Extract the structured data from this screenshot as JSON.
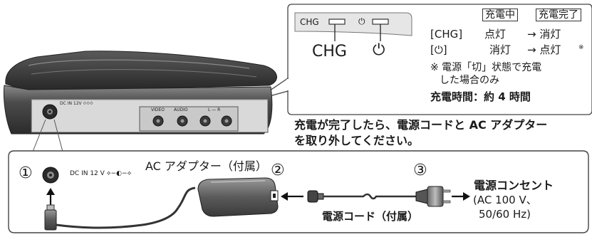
{
  "indicator_panel": {
    "panel_chg": "CHG",
    "panel_power": "⏻",
    "label_chg": "CHG",
    "label_power": "⏻",
    "header_charging": "充電中",
    "header_complete": "充電完了",
    "row1_key": "[CHG]",
    "row1_charging": "点灯",
    "row1_complete": "→ 消灯",
    "row2_key": "[⏻]",
    "row2_charging": "消灯",
    "row2_complete": "→ 点灯",
    "row2_mark": "※",
    "note_line1": "※ 電源「切」状態で充電",
    "note_line2": "した場合のみ",
    "charge_time": "充電時間：約 4 時間"
  },
  "device": {
    "dc_in_label": "DC IN 12V ⟐⟐⟐",
    "video_label": "VIDEO",
    "audio_label": "AUDIO",
    "port_label": "L — R"
  },
  "instruction": {
    "line1": "充電が完了したら、電源コードと AC アダプター",
    "line2": "を取り外してください。"
  },
  "connection": {
    "step1": "①",
    "step2": "②",
    "step3": "③",
    "dc_in_label": "DC IN 12 V ⟡−◐−⟡",
    "ac_adapter": "AC アダプター（付属）",
    "power_cord": "電源コード（付属）",
    "outlet": "電源コンセント",
    "outlet_spec1": "(AC 100 V、",
    "outlet_spec2": "50/60 Hz)"
  },
  "colors": {
    "panel_bg": "#eeeeee",
    "device_dark": "#3d3d3d",
    "outline": "#444444"
  }
}
